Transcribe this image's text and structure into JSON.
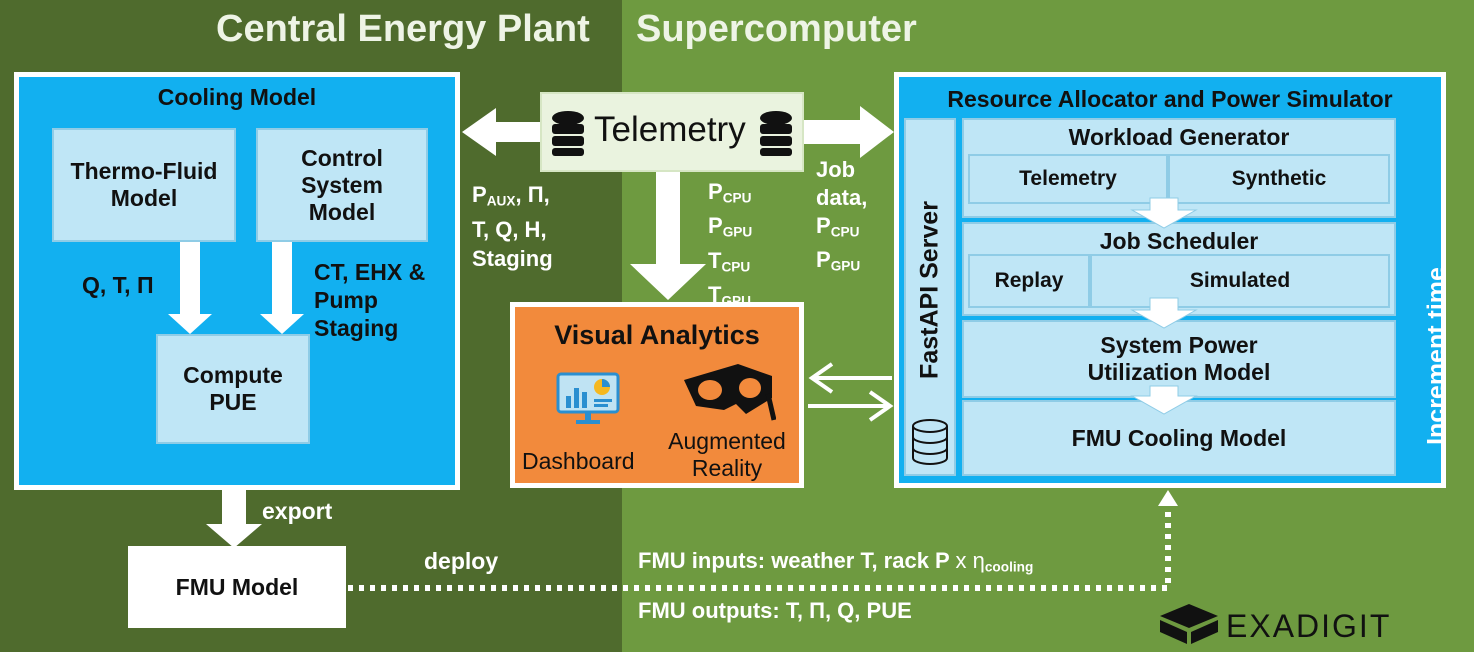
{
  "headers": {
    "left": "Central Energy Plant",
    "right": "Supercomputer"
  },
  "cooling_model": {
    "title": "Cooling Model",
    "thermo_fluid": "Thermo-Fluid Model",
    "control_system": "Control System Model",
    "q_t_pi": "Q, T, Π",
    "staging_label": "CT, EHX & Pump Staging",
    "compute_pue": "Compute PUE"
  },
  "telemetry": {
    "label": "Telemetry"
  },
  "left_flow": {
    "line1_sub": "AUX",
    "line1_rest": ", Π,",
    "line2": "T, Q, H,",
    "line3": "Staging"
  },
  "power_flow": {
    "p_cpu": "CPU",
    "p_gpu": "GPU",
    "t_cpu": "CPU",
    "t_gpu": "GPU"
  },
  "job_flow": {
    "line1": "Job",
    "line2": "data,",
    "p_cpu": "CPU",
    "p_gpu": "GPU"
  },
  "visual_analytics": {
    "title": "Visual Analytics",
    "dashboard": "Dashboard",
    "augmented_reality": "Augmented Reality"
  },
  "resource_allocator": {
    "title": "Resource Allocator and Power Simulator",
    "fastapi": "FastAPI Server",
    "workload_generator": "Workload Generator",
    "telemetry": "Telemetry",
    "synthetic": "Synthetic",
    "job_scheduler": "Job Scheduler",
    "replay": "Replay",
    "simulated": "Simulated",
    "system_power": "System Power Utilization Model",
    "fmu_cooling": "FMU Cooling Model",
    "increment_time": "Increment time"
  },
  "export_label": "export",
  "fmu_model": "FMU Model",
  "deploy_label": "deploy",
  "fmu_inputs": {
    "prefix": "FMU inputs: weather T, rack P",
    "times": "x",
    "eta": "η",
    "eta_sub": "cooling"
  },
  "fmu_outputs": "FMU outputs: T, Π, Q, PUE",
  "logo": "EXADIGIT",
  "colors": {
    "left_bg": "#4f6b2d",
    "right_bg": "#6e9a40",
    "panel_blue": "#12b0f0",
    "box_light": "#bfe6f6",
    "analytics_orange": "#f28a3c"
  }
}
